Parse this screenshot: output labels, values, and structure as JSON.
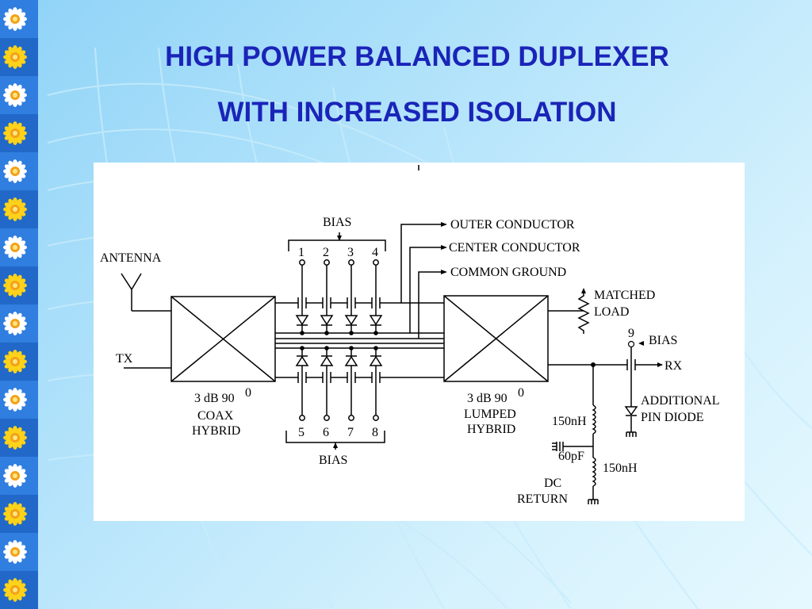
{
  "slide": {
    "title_line1": "HIGH POWER BALANCED DUPLEXER",
    "title_line2": "WITH INCREASED ISOLATION"
  },
  "colors": {
    "title": "#1a24b8",
    "sidebar": "#2f7ee0",
    "background": "#b5e4fb",
    "panel": "#ffffff"
  },
  "decor": {
    "sidebar_icon": "sun-flower-icon"
  },
  "diagram": {
    "antenna": "ANTENNA",
    "tx": "TX",
    "rx": "RX",
    "bias_top": "BIAS",
    "bias_bottom": "BIAS",
    "bias_9": "BIAS",
    "ports_top": [
      "1",
      "2",
      "3",
      "4"
    ],
    "ports_bottom": [
      "5",
      "6",
      "7",
      "8"
    ],
    "port_9": "9",
    "outer_conductor": "OUTER CONDUCTOR",
    "center_conductor": "CENTER CONDUCTOR",
    "common_ground": "COMMON GROUND",
    "matched_load_1": "MATCHED",
    "matched_load_2": "LOAD",
    "hybrid_left_1": "3 dB 90",
    "hybrid_left_sup": "0",
    "hybrid_left_2": "COAX",
    "hybrid_left_3": "HYBRID",
    "hybrid_right_1": "3 dB 90",
    "hybrid_right_sup": "0",
    "hybrid_right_2": "LUMPED",
    "hybrid_right_3": "HYBRID",
    "additional_1": "ADDITIONAL",
    "additional_2": "PIN DIODE",
    "inductor_1": "150nH",
    "capacitor": "60pF",
    "inductor_2": "150nH",
    "dc_1": "DC",
    "dc_2": "RETURN"
  }
}
